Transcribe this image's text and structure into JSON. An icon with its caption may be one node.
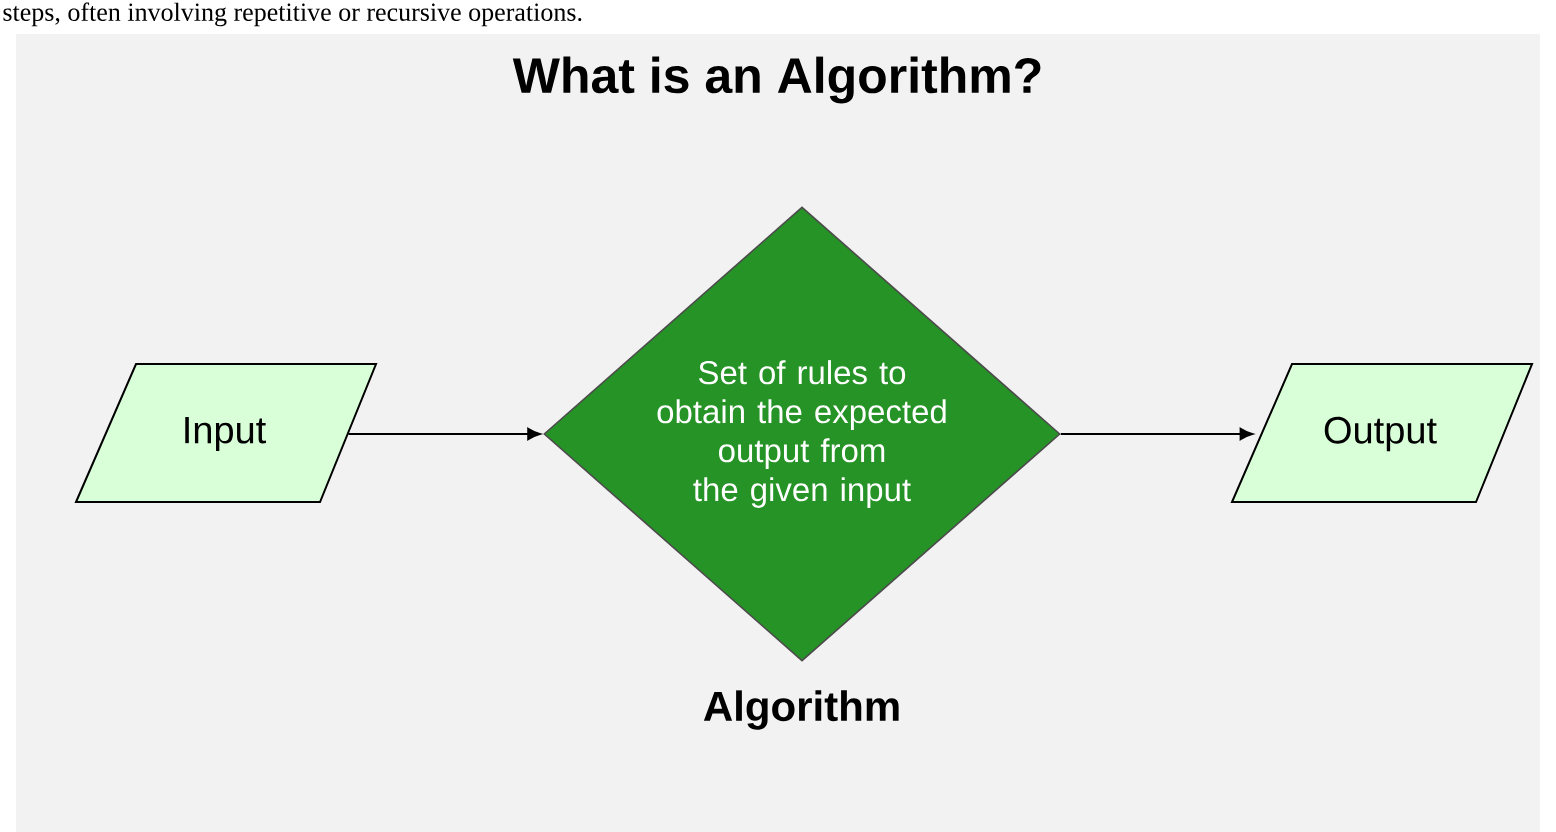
{
  "diagram": {
    "title": "What is an Algorithm?",
    "nodes": [
      {
        "text": [
          "Input"
        ]
      },
      {
        "text": [
          "Set of rules to obtain the expected output from the given input"
        ],
        "beside": [
          "Algorithm"
        ]
      },
      {
        "text": [
          "Output"
        ]
      }
    ],
    "edges": [
      {
        "from": 0,
        "to": 1,
        "arrow": "to"
      },
      {
        "from": 1,
        "to": 2,
        "arrow": "to"
      }
    ],
    "labels": [
      "steps, often involving repetitive or recursive operations."
    ]
  }
}
